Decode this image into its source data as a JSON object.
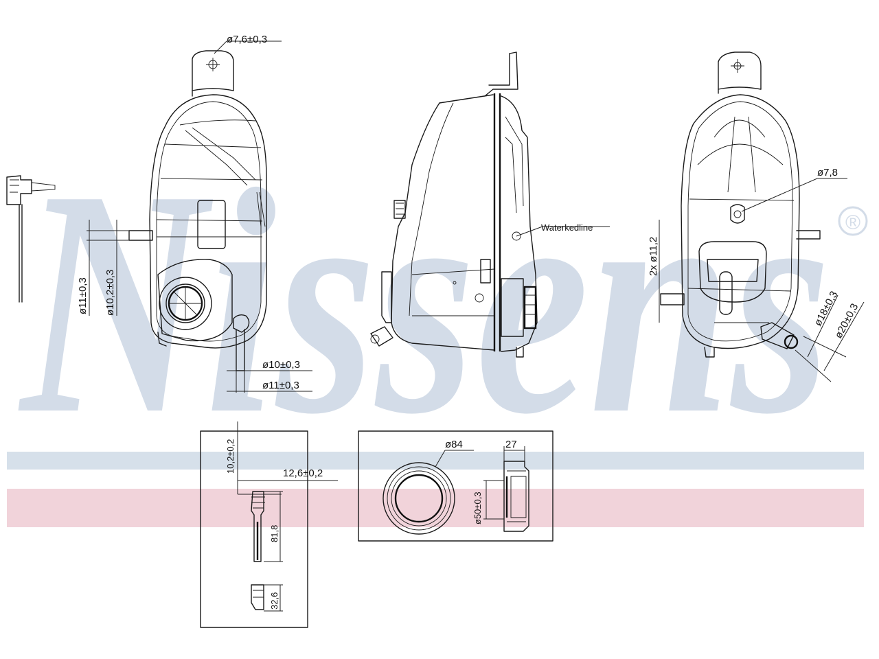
{
  "watermark": {
    "brand": "Nissens",
    "registered_mark": "®",
    "colors": {
      "letters": "#d3dce8",
      "blue_stripe": "#d6e0ea",
      "red_stripe": "#f1d3da"
    }
  },
  "dimensions": {
    "bracket_hole": "ø7,6±0,3",
    "left_pipe_outer": "ø11±0,3",
    "left_pipe_inner": "ø10,2±0,3",
    "bottom_pipe_inner": "ø10±0,3",
    "bottom_pipe_outer": "ø11±0,3",
    "side_label": "Waterkedline",
    "right_hole": "ø7,8",
    "right_pipes": "2x ø11,2",
    "right_outlet_inner": "ø18±0,3",
    "right_outlet_outer": "ø20±0,3"
  },
  "detail_sensor": {
    "height": "10,2±0,2",
    "width": "12,6±0,2",
    "length_a": "81,8",
    "length_b": "32,6"
  },
  "detail_cap": {
    "outer_diameter": "ø84",
    "depth": "27",
    "inner_diameter": "ø50±0,3"
  }
}
